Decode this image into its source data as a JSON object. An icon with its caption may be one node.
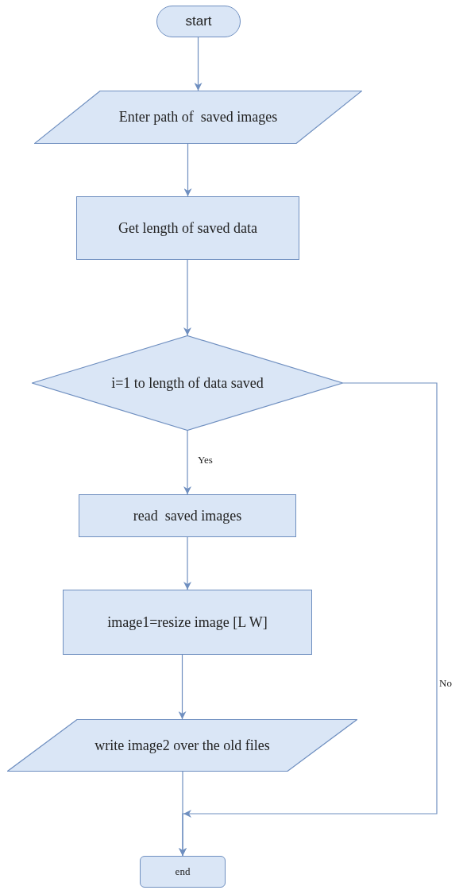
{
  "diagram": {
    "nodes": [
      {
        "text": [
          "start"
        ]
      },
      {
        "text": [
          "Enter path of  saved images"
        ]
      },
      {
        "text": [
          "Get length of saved data"
        ]
      },
      {
        "text": [
          "i=1 to length of data saved"
        ]
      },
      {
        "text": [
          "read  saved images"
        ]
      },
      {
        "text": [
          "image1=resize image [L W]"
        ]
      },
      {
        "text": [
          "write image2 over the old files"
        ]
      },
      {
        "text": [
          "end"
        ]
      }
    ],
    "edges": [
      {
        "from": 0,
        "to": 1,
        "arrow": "to"
      },
      {
        "from": 1,
        "to": 2,
        "arrow": "to"
      },
      {
        "from": 2,
        "to": 3,
        "arrow": "to"
      },
      {
        "from": 3,
        "to": 4,
        "arrow": "to",
        "label": "Yes"
      },
      {
        "from": 4,
        "to": 5,
        "arrow": "to"
      },
      {
        "from": 5,
        "to": 6,
        "arrow": "to"
      },
      {
        "from": 6,
        "to": 7,
        "arrow": "to"
      },
      {
        "from": 3,
        "to": 7,
        "arrow": "to",
        "label": "No"
      }
    ]
  }
}
